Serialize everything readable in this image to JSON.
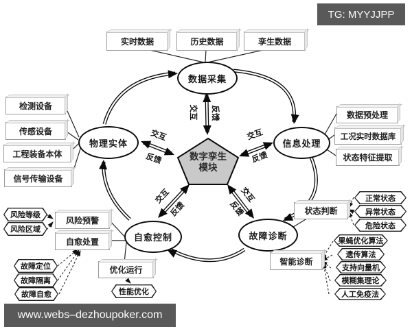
{
  "header": {
    "tg_badge": "TG: MYYJJPP"
  },
  "footer": {
    "site_url": "www.webs–dezhoupoker.com"
  },
  "pentagon": {
    "line1": "数字孪生",
    "line2": "模块"
  },
  "nodes": {
    "data_collection": "数据采集",
    "info_processing": "信息处理",
    "fault_diagnosis": "故障诊断",
    "self_healing_control": "自愈控制",
    "physical_entity": "物理实体"
  },
  "edge_labels": {
    "interact": "交互",
    "feedback": "反馈"
  },
  "top_boxes": [
    "实时数据",
    "历史数据",
    "孪生数据"
  ],
  "left_boxes": [
    "检测设备",
    "传感设备",
    "工程装备本体",
    "信号传输设备"
  ],
  "right_boxes": [
    "数据预处理",
    "工况实时数据库",
    "状态特征提取"
  ],
  "selfheal_boxes": [
    "风险预警",
    "自愈处置",
    "优化运行"
  ],
  "diag_boxes": [
    "状态判断",
    "智能诊断"
  ],
  "risk_hexes": [
    "风险等级",
    "风险区域"
  ],
  "fault_hexes": [
    "故障定位",
    "故障隔离",
    "故障自愈"
  ],
  "perf_hex": "性能优化",
  "state_hexes": [
    "正常状态",
    "异常状态",
    "危险状态"
  ],
  "algo_hexes": [
    "果蝇优化算法",
    "遗传算法",
    "支持向量机",
    "模糊集理论",
    "人工免疫法"
  ],
  "colors": {
    "pentagon_fill": "#c9c9c9",
    "banner_bg": "#595959",
    "line": "#111111"
  }
}
